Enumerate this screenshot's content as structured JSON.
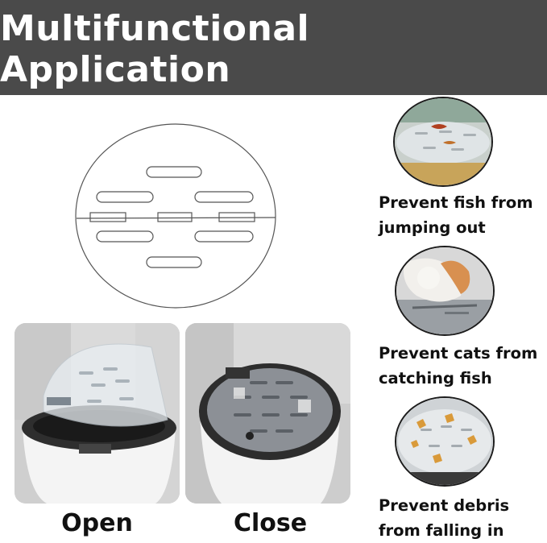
{
  "header": {
    "title": "Multifunctional Application",
    "background": "#4a4a4a"
  },
  "photos": {
    "open_label": "Open",
    "close_label": "Close"
  },
  "features": [
    {
      "icon": "fish-tank-photo",
      "line1": "Prevent fish from",
      "line2": "jumping out"
    },
    {
      "icon": "cat-photo",
      "line1": "Prevent cats from",
      "line2": "catching fish"
    },
    {
      "icon": "debris-photo",
      "line1": "Prevent debris",
      "line2": "from falling in"
    }
  ]
}
